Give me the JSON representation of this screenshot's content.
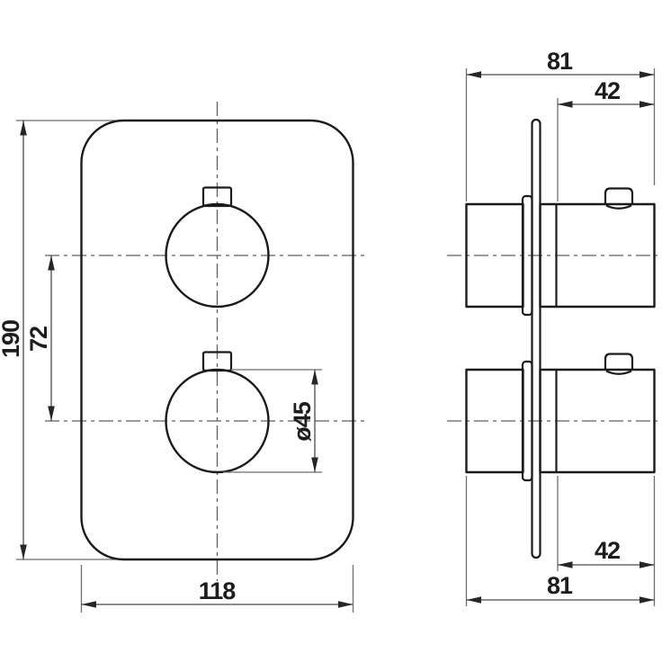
{
  "drawing": {
    "type": "technical-dimension-drawing",
    "views": {
      "front": {
        "description": "front view of rounded rectangular wall plate with two round knobs",
        "dimensions": {
          "overall_height": "190",
          "knob_center_spacing": "72",
          "overall_width": "118",
          "knob_diameter": "ø45"
        }
      },
      "side": {
        "description": "side profile with wall plate edge, valve bodies and protruding knobs",
        "dimensions": {
          "top_total_depth": "81",
          "top_knob_projection": "42",
          "bottom_knob_projection": "42",
          "bottom_total_depth": "81"
        }
      }
    },
    "colors": {
      "background": "#ffffff",
      "object_lines": "#1b1b1b",
      "dimension_lines": "#4a4a4a",
      "centerlines": "#5f5f5f",
      "text": "#1d1d1d"
    }
  }
}
